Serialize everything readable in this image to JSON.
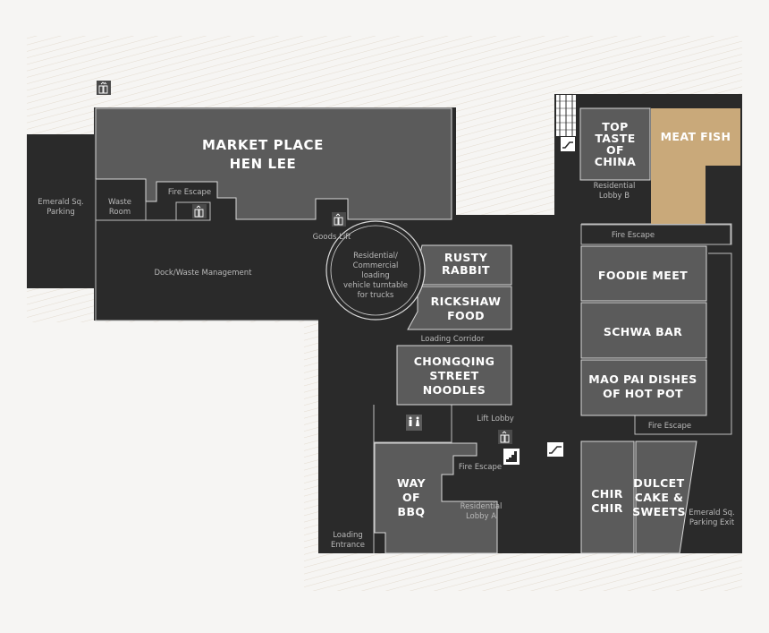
{
  "colors": {
    "dark": "#2a2a2a",
    "unit": "#5b5b5b",
    "highlight": "#c9a97a",
    "stroke": "#d8d8d8",
    "hatch": "#e6ded3",
    "background": "#f6f5f3"
  },
  "units": {
    "market_place_line1": "MARKET PLACE",
    "market_place_line2": "HEN LEE",
    "top_taste_line1": "TOP",
    "top_taste_line2": "TASTE",
    "top_taste_line3": "OF",
    "top_taste_line4": "CHINA",
    "meat_fish": "MEAT FISH",
    "rusty_rabbit_line1": "RUSTY",
    "rusty_rabbit_line2": "RABBIT",
    "rickshaw_food_line1": "RICKSHAW",
    "rickshaw_food_line2": "FOOD",
    "chongqing_line1": "CHONGQING",
    "chongqing_line2": "STREET",
    "chongqing_line3": "NOODLES",
    "foodie_meet": "FOODIE MEET",
    "schwa_bar": "SCHWA BAR",
    "mao_pai_line1": "MAO PAI DISHES",
    "mao_pai_line2": "OF HOT POT",
    "way_of_bbq_line1": "WAY",
    "way_of_bbq_line2": "OF",
    "way_of_bbq_line3": "BBQ",
    "chir_chir_line1": "CHIR",
    "chir_chir_line2": "CHIR",
    "dulcet_line1": "DULCET",
    "dulcet_line2": "CAKE &",
    "dulcet_line3": "SWEETS"
  },
  "labels": {
    "emerald_parking_line1": "Emerald Sq.",
    "emerald_parking_line2": "Parking",
    "waste_room_line1": "Waste",
    "waste_room_line2": "Room",
    "fire_escape_market": "Fire Escape",
    "goods_lift": "Goods Lift",
    "dock_waste": "Dock/Waste Management",
    "turntable_line1": "Residential/",
    "turntable_line2": "Commercial",
    "turntable_line3": "loading",
    "turntable_line4": "vehicle turntable",
    "turntable_line5": "for trucks",
    "residential_lobby_b_line1": "Residential",
    "residential_lobby_b_line2": "Lobby B",
    "fire_escape_top": "Fire Escape",
    "loading_corridor": "Loading Corridor",
    "lift_lobby": "Lift Lobby",
    "fire_escape_right": "Fire Escape",
    "fire_escape_bbq": "Fire Escape",
    "residential_lobby_a_line1": "Residential",
    "residential_lobby_a_line2": "Lobby A",
    "loading_entrance_line1": "Loading",
    "loading_entrance_line2": "Entrance",
    "parking_exit_line1": "Emerald Sq.",
    "parking_exit_line2": "Parking Exit"
  },
  "icons": [
    "lift-icon",
    "escalator-icon",
    "restroom-icon",
    "stairs-icon"
  ]
}
